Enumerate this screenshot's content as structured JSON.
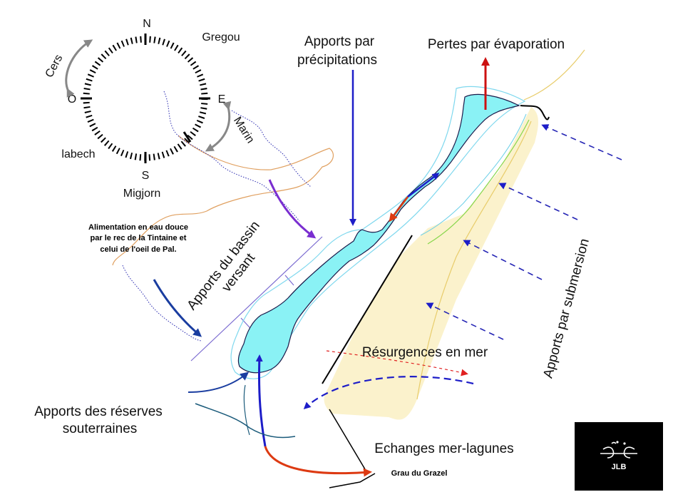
{
  "colors": {
    "lagoon_fill": "#8af2f5",
    "lagoon_stroke": "#1a1a4a",
    "beach_fill": "#fbf2cc",
    "precip_arrow": "#1d1dc8",
    "evap_arrow": "#cc1111",
    "watershed_arrow": "#7a2ed0",
    "groundwater_arrow": "#1a3da0",
    "submersion_arrow": "#2525b5",
    "exchange_out": "#dd3a12",
    "exchange_in": "#1d1dc8",
    "compass_arrow": "#888888",
    "watershed_outline": "#e0a060",
    "logo_bg": "#000000"
  },
  "compass": {
    "n": "N",
    "s": "S",
    "e": "E",
    "o": "O",
    "gregou": "Gregou",
    "labech": "labech",
    "migjorn": "Migjorn",
    "cers": "Cers",
    "marin": "Marin"
  },
  "labels": {
    "apports_precip_1": "Apports par",
    "apports_precip_2": "précipitations",
    "pertes_evap": "Pertes par évaporation",
    "alimentation_1": "Alimentation en eau douce",
    "alimentation_2": "par le rec de la Tintaine et",
    "alimentation_3": "celui de l'oeil de Pal.",
    "bassin_1": "Apports du bassin",
    "bassin_2": "versant",
    "resurgences": "Résurgences en mer",
    "submersion": "Apports par submersion",
    "reserves_1": "Apports des réserves",
    "reserves_2": "souterraines",
    "echanges": "Echanges mer-lagunes",
    "grau": "Grau du Grazel"
  },
  "logo": {
    "text": "JLB",
    "icon": "jlb-logo-icon"
  }
}
